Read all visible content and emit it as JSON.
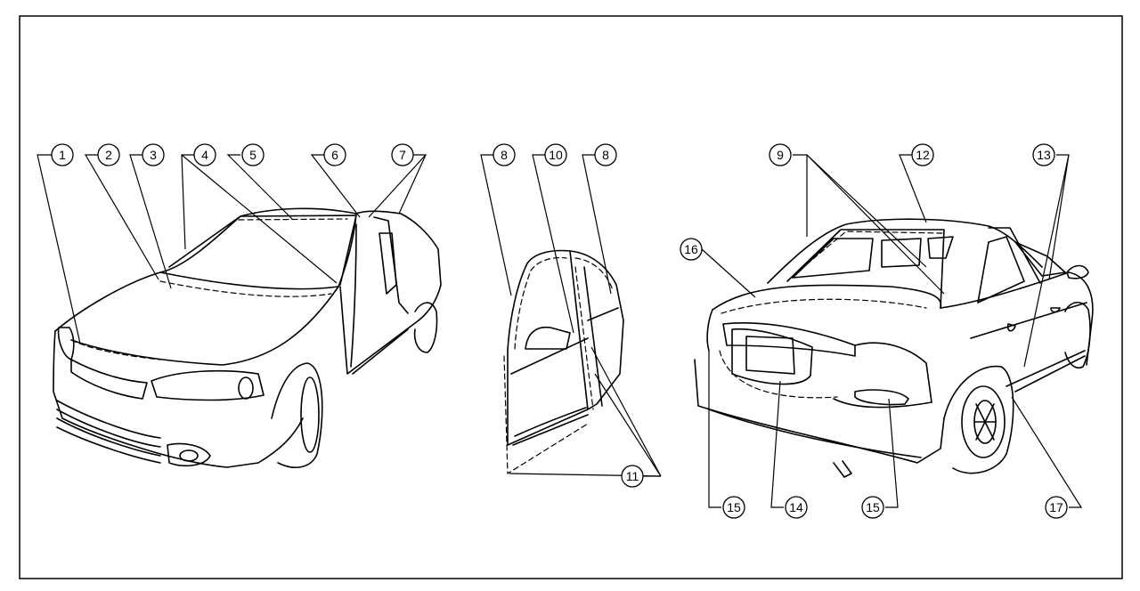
{
  "callouts": {
    "c1": "1",
    "c2": "2",
    "c3": "3",
    "c4": "4",
    "c5": "5",
    "c6": "6",
    "c7": "7",
    "c8a": "8",
    "c10": "10",
    "c8b": "8",
    "c11": "11",
    "c9": "9",
    "c12": "12",
    "c13": "13",
    "c16": "16",
    "c15a": "15",
    "c14": "14",
    "c15b": "15",
    "c17": "17"
  },
  "colors": {
    "line": "#000000",
    "background": "#ffffff"
  }
}
